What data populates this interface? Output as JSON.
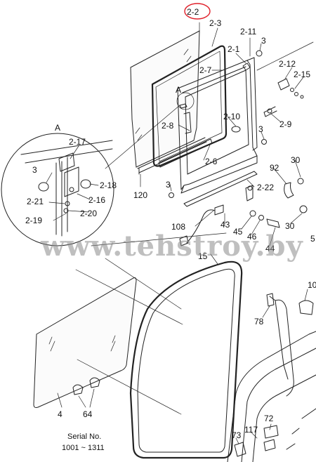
{
  "diagram": {
    "highlighted_part": "2-2",
    "highlight_color": "#e0202a",
    "detail_label": "A",
    "detail_marker": "A",
    "callouts": {
      "p2_2": "2-2",
      "p2_3": "2-3",
      "p2_11": "2-11",
      "p2_1": "2-1",
      "p3_top": "3",
      "p2_7": "2-7",
      "p2_12": "2-12",
      "p2_15": "2-15",
      "p2_8": "2-8",
      "p2_10": "2-10",
      "p2_9": "2-9",
      "p3_mid": "3",
      "p2_6": "2-6",
      "p30_top": "30",
      "p92": "92",
      "p120": "120",
      "p3_low": "3",
      "p2_22": "2-22",
      "p108": "108",
      "p43": "43",
      "p45": "45",
      "p46": "46",
      "p44": "44",
      "p30_low": "30",
      "p15": "15",
      "p2_17": "2-17",
      "p3_det": "3",
      "p2_18": "2-18",
      "p2_16": "2-16",
      "p2_21": "2-21",
      "p2_20": "2-20",
      "p2_19": "2-19",
      "p10": "10",
      "p78": "78",
      "p4": "4",
      "p64": "64",
      "p72": "72",
      "p73": "73",
      "p117": "117",
      "p5": "5"
    },
    "watermark": "www.tehstroy.by",
    "serial_label": "Serial No.",
    "serial_range": "1001 ~ 1311"
  }
}
